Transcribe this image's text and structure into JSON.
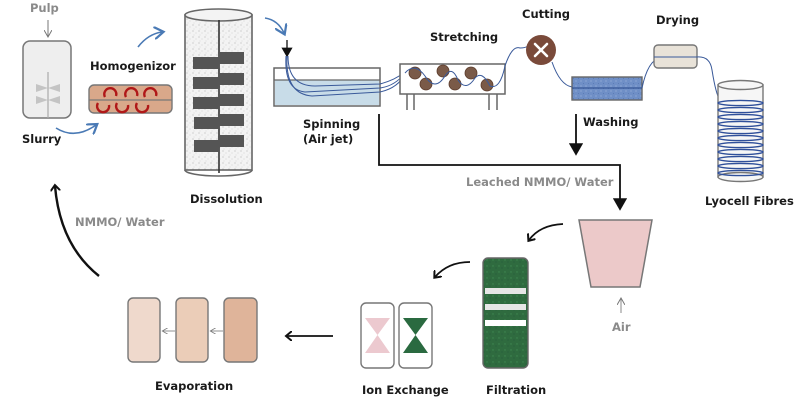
{
  "title": "Lyocell fibre production process",
  "labels": {
    "pulp": "Pulp",
    "slurry": "Slurry",
    "homogenizor": "Homogenizor",
    "dissolution": "Dissolution",
    "spinning_line1": "Spinning",
    "spinning_line2": "(Air jet)",
    "stretching": "Stretching",
    "cutting": "Cutting",
    "drying": "Drying",
    "washing": "Washing",
    "lyocell_fibres": "Lyocell Fibres",
    "leached": "Leached NMMO/ Water",
    "air": "Air",
    "filtration": "Filtration",
    "ion_exchange": "Ion Exchange",
    "evaporation": "Evaporation",
    "recycle": "NMMO/ Water"
  },
  "colors": {
    "fibre_blue": "#3a5a9a",
    "arrow_blue": "#4a7ab5",
    "homogenizor_fill": "#d9a88a",
    "swirl_red": "#b01818",
    "cutter_brown": "#7a4a3a",
    "washing_blue": "#6f8fc6",
    "filtration_green": "#2f6b3f",
    "tank_pink": "#ecc9c9",
    "evap_1": "#efd9cc",
    "evap_2": "#ebcdb8",
    "evap_3": "#dfb49a"
  }
}
